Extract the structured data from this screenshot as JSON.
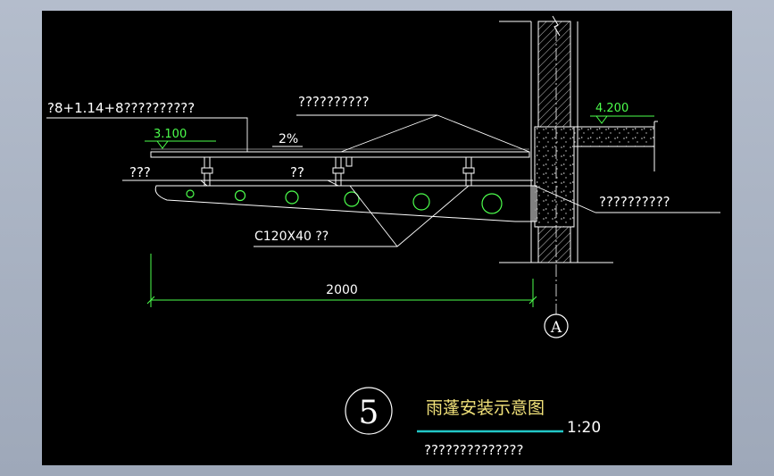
{
  "drawing": {
    "labels": {
      "top_left_spec": "?8+1.14+8??????????",
      "top_center_note": "??????????",
      "left_note": "???",
      "beam_note": "??",
      "right_note": "??????????",
      "channel_note": "C120X40 ??",
      "slope": "2%",
      "elev_left": "3.100",
      "elev_right": "4.200",
      "dimension": "2000",
      "axis_label": "A"
    },
    "title": {
      "number": "5",
      "main": "雨蓬安装示意图",
      "scale": "1:20",
      "subtitle": "??????????????"
    },
    "colors": {
      "background": "#000000",
      "line": "#ffffff",
      "dimension": "#4cff4c",
      "title": "#f2e27a",
      "accent": "#22c7c7"
    }
  }
}
